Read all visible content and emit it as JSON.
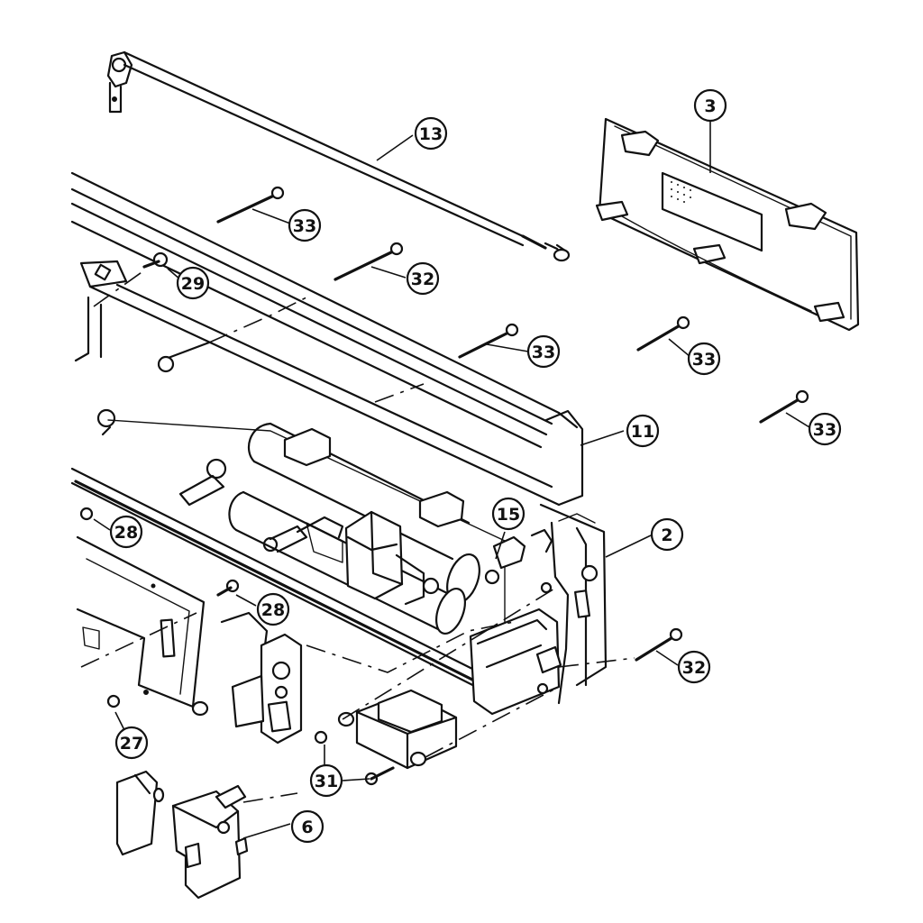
{
  "callouts": {
    "c13": "13",
    "c3": "3",
    "c33a": "33",
    "c32a": "32",
    "c29": "29",
    "c33b": "33",
    "c33c": "33",
    "c33d": "33",
    "c11": "11",
    "c15": "15",
    "c2": "2",
    "c28a": "28",
    "c28b": "28",
    "c32b": "32",
    "c27": "27",
    "c31": "31",
    "c6": "6"
  }
}
